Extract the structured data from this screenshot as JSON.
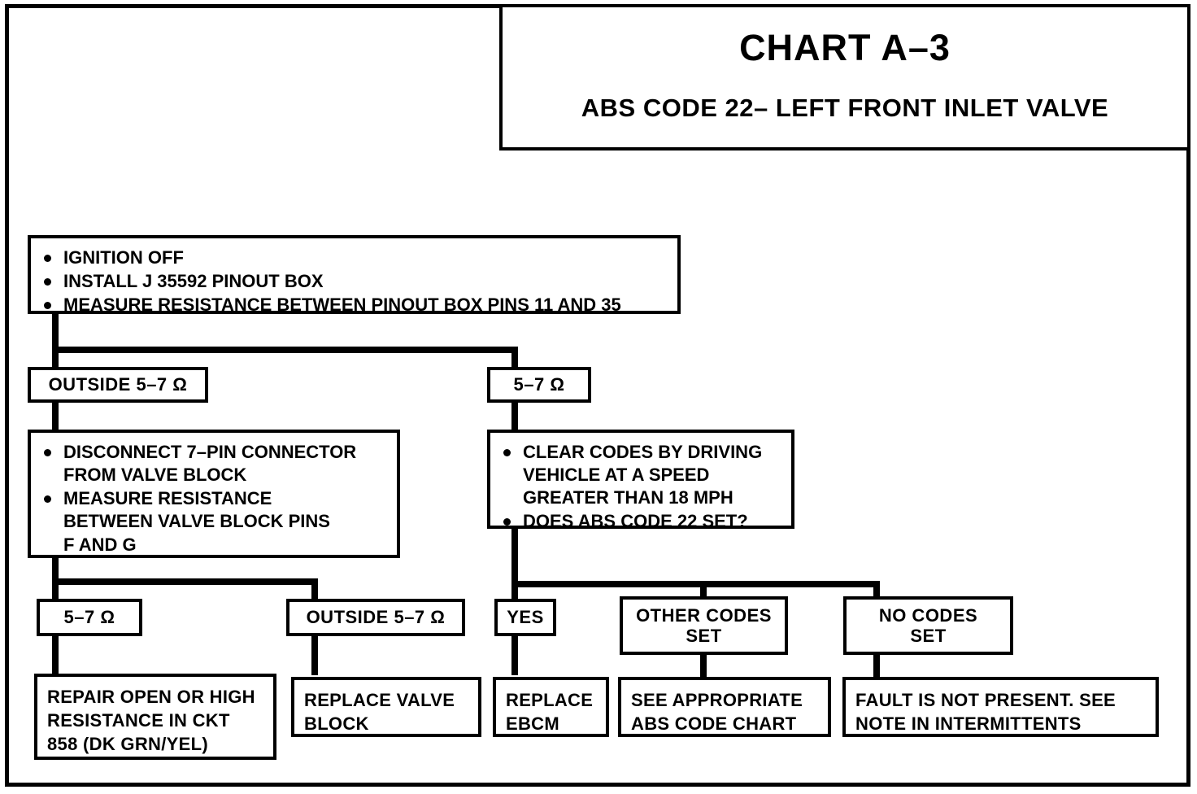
{
  "title": {
    "chart_label": "CHART A–3",
    "chart_subtitle": "ABS CODE 22– LEFT FRONT INLET VALVE"
  },
  "flow": {
    "start_box": {
      "bullets": [
        "IGNITION OFF",
        "INSTALL J 35592 PINOUT BOX",
        "MEASURE RESISTANCE BETWEEN PINOUT BOX PINS 11 AND 35"
      ]
    },
    "branch_outside": {
      "label": "OUTSIDE 5–7 Ω"
    },
    "branch_inrange": {
      "label": "5–7  Ω"
    },
    "left_test_box": {
      "bullets": [
        "DISCONNECT 7–PIN CONNECTOR\nFROM VALVE BLOCK",
        "MEASURE RESISTANCE\nBETWEEN VALVE BLOCK PINS\nF AND G"
      ]
    },
    "right_test_box": {
      "bullets": [
        "CLEAR CODES BY DRIVING\nVEHICLE AT A SPEED\nGREATER THAN 18 MPH",
        "DOES ABS CODE 22 SET?"
      ]
    },
    "left_result_inrange": {
      "label": "5–7  Ω"
    },
    "left_result_outside": {
      "label": "OUTSIDE 5–7 Ω"
    },
    "right_result_yes": {
      "label": "YES"
    },
    "right_result_other": {
      "line1": "OTHER CODES",
      "line2": "SET"
    },
    "right_result_none": {
      "line1": "NO CODES",
      "line2": "SET"
    },
    "action_repair": "REPAIR OPEN OR HIGH\nRESISTANCE IN CKT\n858 (DK GRN/YEL)",
    "action_replace_valve": "REPLACE VALVE\nBLOCK",
    "action_replace_ebcm": "REPLACE\nEBCM",
    "action_see_chart": "SEE APPROPRIATE\nABS CODE CHART",
    "action_no_fault": "FAULT IS NOT PRESENT. SEE\nNOTE IN INTERMITTENTS"
  },
  "colors": {
    "ink": "#000000",
    "paper": "#ffffff"
  }
}
